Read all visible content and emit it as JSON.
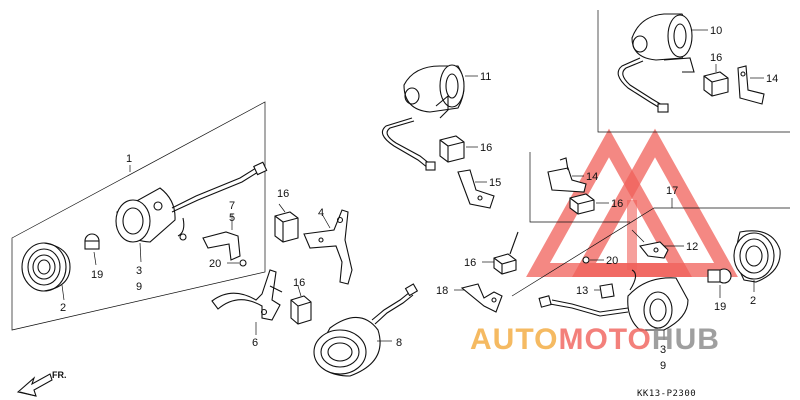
{
  "diagram": {
    "code": "KK13-P2300",
    "direction_label": "FR."
  },
  "watermark": {
    "part1": "AUTO",
    "part2": "MOTO",
    "part3": "HUB"
  },
  "colors": {
    "line": "#111111",
    "watermark_red": "#f0605a",
    "watermark_orange": "#f2a93b",
    "watermark_gray": "#8e8e8e"
  },
  "callouts": {
    "c1": "1",
    "c2a": "2",
    "c2b": "2",
    "c3a": "3",
    "c9a": "9",
    "c3b": "3",
    "c9b": "9",
    "c4": "4",
    "c5": "5",
    "c6": "6",
    "c7": "7",
    "c8": "8",
    "c10": "10",
    "c11": "11",
    "c12": "12",
    "c13": "13",
    "c14a": "14",
    "c14b": "14",
    "c15": "15",
    "c16a": "16",
    "c16b": "16",
    "c16c": "16",
    "c16d": "16",
    "c16e": "16",
    "c16f": "16",
    "c17": "17",
    "c18": "18",
    "c19a": "19",
    "c19b": "19",
    "c20a": "20",
    "c20b": "20"
  }
}
